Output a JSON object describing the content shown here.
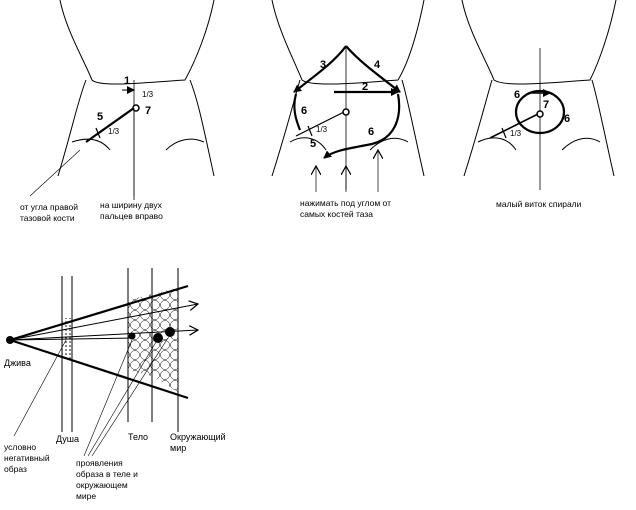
{
  "panel1": {
    "labels": {
      "n1": "1",
      "n5": "5",
      "n7": "7",
      "third_a": "1/3",
      "third_b": "1/3"
    },
    "caption_left": [
      "от угла правой",
      "тазовой кости"
    ],
    "caption_right": [
      "на ширину двух",
      "пальцев вправо"
    ]
  },
  "panel2": {
    "labels": {
      "n2": "2",
      "n3": "3",
      "n4": "4",
      "n5": "5",
      "n6a": "6",
      "n6b": "6",
      "third": "1/3"
    },
    "caption": [
      "нажимать под углом от",
      "самых костей таза"
    ]
  },
  "panel3": {
    "labels": {
      "n6a": "6",
      "n6b": "6",
      "n7": "7",
      "third": "1/3"
    },
    "caption": [
      "малый виток спирали"
    ]
  },
  "panel4": {
    "label_jiva": "Джива",
    "label_dusha": "Душа",
    "label_telo": "Тело",
    "label_world": [
      "Окружающий",
      "мир"
    ],
    "label_negative": [
      "условно",
      "негативный",
      "образ"
    ],
    "label_manifest": [
      "проявления",
      "образа в теле и",
      "окружающем",
      "мире"
    ]
  },
  "colors": {
    "ink": "#000000",
    "background": "#ffffff"
  }
}
